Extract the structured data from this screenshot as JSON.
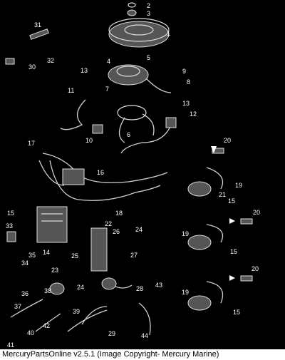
{
  "caption": "MercuryPartsOnline v2.5.1 (Image Copyright- Mercury Marine)",
  "callouts": [
    "1",
    "2",
    "3",
    "4",
    "5",
    "6",
    "7",
    "8",
    "9",
    "10",
    "11",
    "12",
    "13",
    "13",
    "14",
    "15",
    "15",
    "15",
    "15",
    "16",
    "17",
    "18",
    "19",
    "19",
    "19",
    "20",
    "20",
    "20",
    "21",
    "22",
    "23",
    "24",
    "24",
    "25",
    "26",
    "27",
    "28",
    "29",
    "30",
    "31",
    "32",
    "33",
    "34",
    "35",
    "36",
    "37",
    "38",
    "39",
    "40",
    "41",
    "42",
    "43",
    "44"
  ]
}
